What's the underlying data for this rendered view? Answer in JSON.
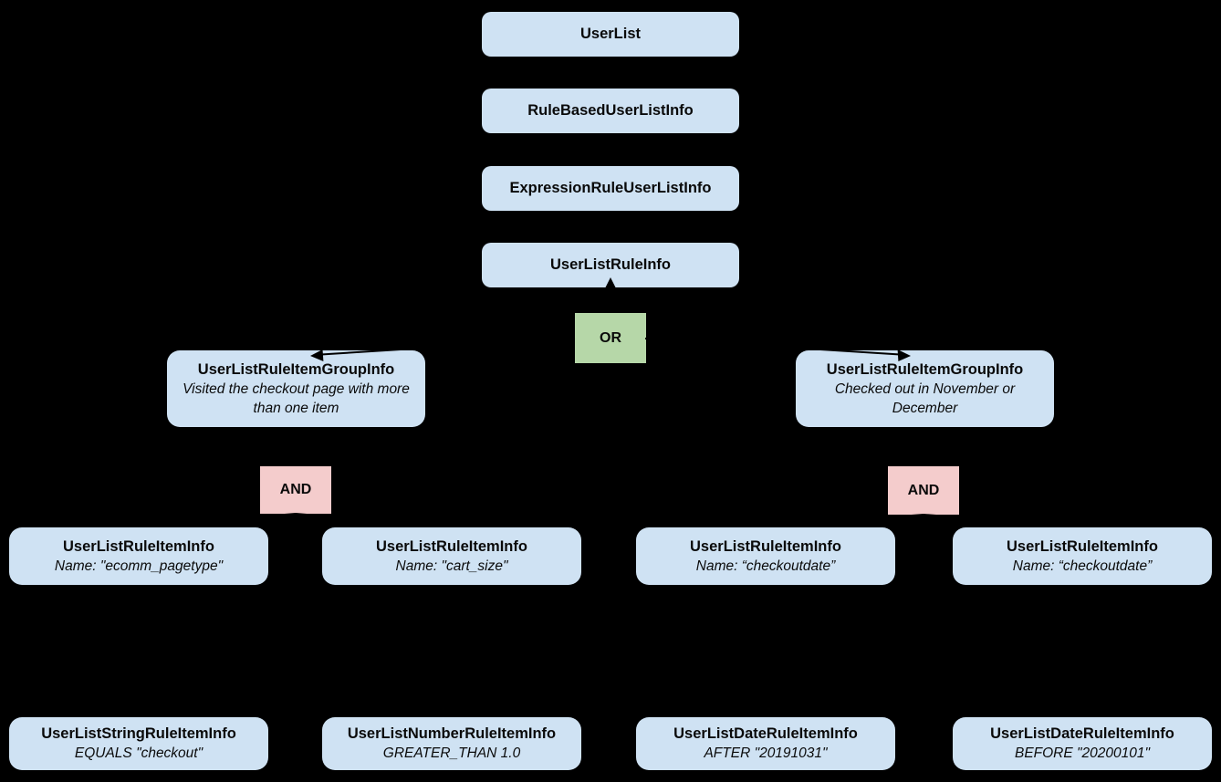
{
  "diagram": {
    "colors": {
      "background": "#000000",
      "node_fill": "#cfe2f3",
      "or_fill": "#b6d7a8",
      "and_fill": "#f4cccc",
      "text": "#000000"
    },
    "stack": [
      {
        "label": "UserList"
      },
      {
        "label": "RuleBasedUserListInfo"
      },
      {
        "label": "ExpressionRuleUserListInfo"
      },
      {
        "label": "UserListRuleInfo"
      }
    ],
    "or_operator": "OR",
    "and_operator_left": "AND",
    "and_operator_right": "AND",
    "groups": [
      {
        "title": "UserListRuleItemGroupInfo",
        "description": "Visited the checkout page with more than one item"
      },
      {
        "title": "UserListRuleItemGroupInfo",
        "description": "Checked out in November or December"
      }
    ],
    "rule_items": [
      {
        "title": "UserListRuleItemInfo",
        "description": "Name: \"ecomm_pagetype\""
      },
      {
        "title": "UserListRuleItemInfo",
        "description": "Name: \"cart_size\""
      },
      {
        "title": "UserListRuleItemInfo",
        "description": "Name: “checkoutdate”"
      },
      {
        "title": "UserListRuleItemInfo",
        "description": "Name: “checkoutdate”"
      }
    ],
    "operands": [
      {
        "title": "UserListStringRuleItemInfo",
        "description": "EQUALS \"checkout\""
      },
      {
        "title": "UserListNumberRuleItemInfo",
        "description": "GREATER_THAN 1.0"
      },
      {
        "title": "UserListDateRuleItemInfo",
        "description": "AFTER \"20191031\""
      },
      {
        "title": "UserListDateRuleItemInfo",
        "description": "BEFORE \"20200101\""
      }
    ]
  }
}
